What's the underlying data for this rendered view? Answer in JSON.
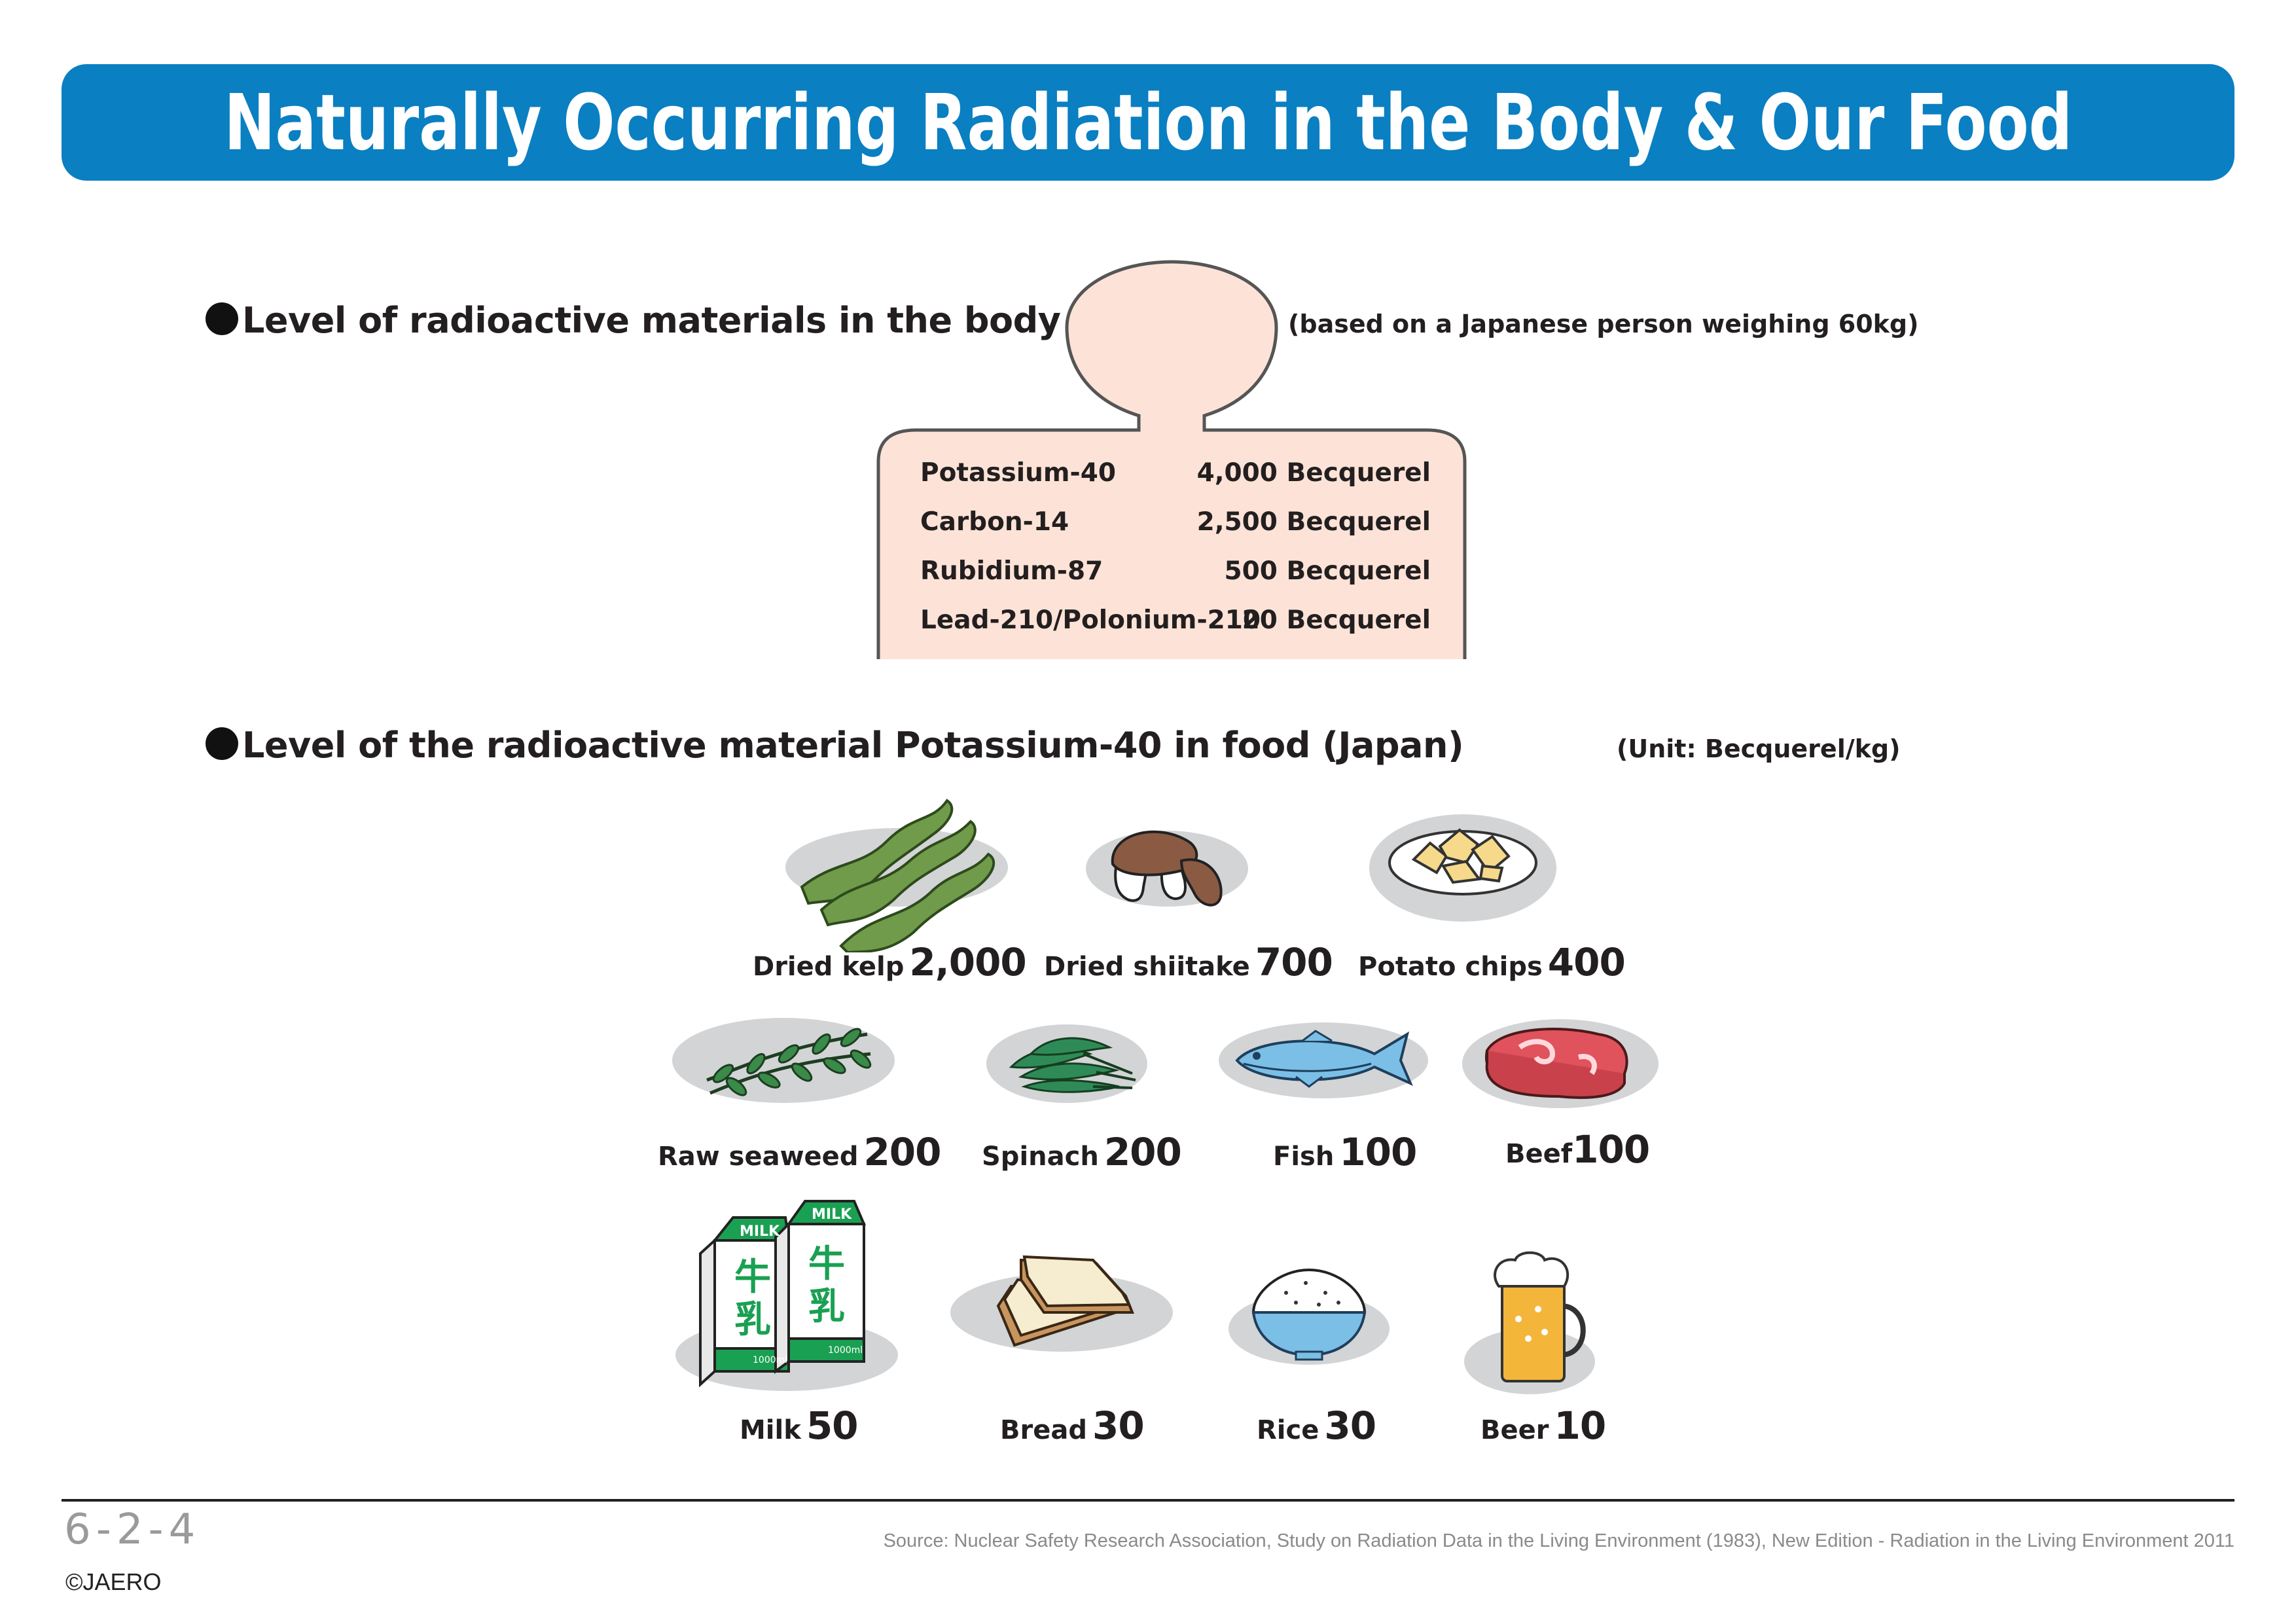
{
  "title": "Naturally Occurring Radiation in the Body & Our Food",
  "body_section": {
    "heading": "Level of radioactive materials in the body",
    "note": "(based on a Japanese person weighing 60kg)",
    "rows": [
      {
        "name": "Potassium-40",
        "value": "4,000 Becquerel"
      },
      {
        "name": "Carbon-14",
        "value": "2,500 Becquerel"
      },
      {
        "name": "Rubidium-87",
        "value": "500 Becquerel"
      },
      {
        "name": "Lead-210/Polonium-210",
        "value": "20 Becquerel"
      }
    ],
    "colors": {
      "body_fill": "#fde3d7",
      "body_stroke": "#555555"
    }
  },
  "food_section": {
    "heading": "Level of the radioactive material Potassium-40 in food (Japan)",
    "unit_note": "(Unit: Becquerel/kg)",
    "foods": [
      {
        "name": "Dried kelp",
        "value": "2,000",
        "icon": "dried-kelp-icon"
      },
      {
        "name": "Dried shiitake",
        "value": "700",
        "icon": "dried-shiitake-icon"
      },
      {
        "name": "Potato chips",
        "value": "400",
        "icon": "potato-chips-icon"
      },
      {
        "name": "Raw seaweed",
        "value": "200",
        "icon": "raw-seaweed-icon"
      },
      {
        "name": "Spinach",
        "value": "200",
        "icon": "spinach-icon"
      },
      {
        "name": "Fish",
        "value": "100",
        "icon": "fish-icon"
      },
      {
        "name": "Beef",
        "value": "100",
        "icon": "beef-icon"
      },
      {
        "name": "Milk",
        "value": "50",
        "icon": "milk-icon"
      },
      {
        "name": "Bread",
        "value": "30",
        "icon": "bread-icon"
      },
      {
        "name": "Rice",
        "value": "30",
        "icon": "rice-icon"
      },
      {
        "name": "Beer",
        "value": "10",
        "icon": "beer-icon"
      }
    ],
    "milk_carton": {
      "top_label": "MILK",
      "kanji_1": "牛",
      "kanji_2": "乳",
      "volume": "1000ml"
    }
  },
  "footer": {
    "page_number": "6-2-4",
    "copyright": "©JAERO",
    "source": "Source: Nuclear Safety Research Association, Study on Radiation Data in the Living Environment (1983), New Edition - Radiation in the Living Environment 2011"
  },
  "colors": {
    "title_bar": "#0a7fc2",
    "plate": "#d2d4d6",
    "kelp": "#6f9b4b",
    "milk_green": "#1aa052",
    "fish_blue": "#7bbfe6",
    "beef_red": "#e0525c"
  }
}
